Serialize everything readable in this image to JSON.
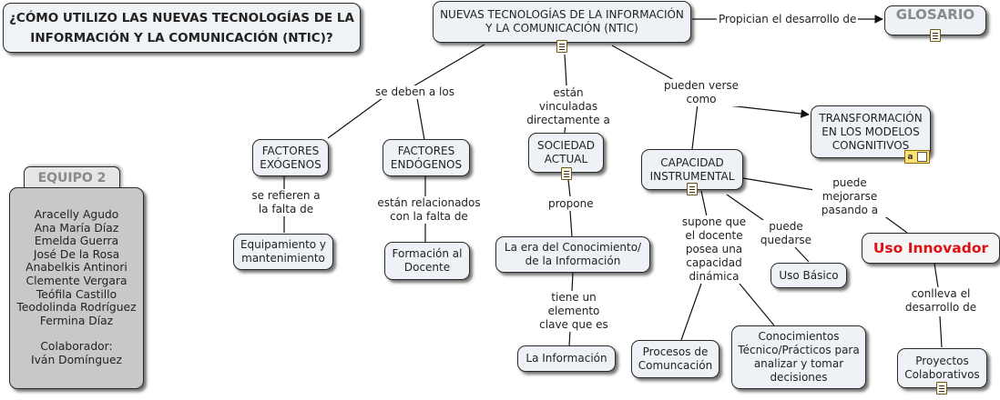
{
  "title": "¿CÓMO UTILIZO LAS NUEVAS TECNOLOGÍAS DE LA INFORMACIÓN Y LA COMUNICACIÓN (NTIC)?",
  "nodes": {
    "ntic": "NUEVAS TECNOLOGÍAS DE LA INFORMACIÓN Y LA COMUNICACIÓN (NTIC)",
    "glosario": "GLOSARIO",
    "factores_exogenos": "FACTORES EXÓGENOS",
    "factores_endogenos": "FACTORES ENDÓGENOS",
    "sociedad_actual": "SOCIEDAD ACTUAL",
    "capacidad_instrumental": "CAPACIDAD INSTRUMENTAL",
    "transformacion": "TRANSFORMACIÓN EN LOS MODELOS CONGNITIVOS",
    "equipamiento": "Equipamiento y mantenimiento",
    "formacion_docente": "Formación al Docente",
    "era_conocimiento": "La era del Conocimiento/ de la Información",
    "la_informacion": "La Información",
    "uso_basico": "Uso Básico",
    "uso_innovador": "Uso Innovador",
    "procesos": "Procesos de Comuncación",
    "conocimientos": "Conocimientos Técnico/Prácticos para analizar y tomar decisiones",
    "proyectos": "Proyectos Colaborativos"
  },
  "team": {
    "tab_label": "EQUIPO 2",
    "members": [
      "Aracelly Agudo",
      "Ana María Díaz",
      "Emelda Guerra",
      "José De la Rosa",
      "Anabelkis Antinori",
      "Clemente Vergara",
      "Teófila Castillo",
      "Teodolinda Rodríguez",
      "Fermina Díaz"
    ],
    "collaborator_label": "Colaborador:",
    "collaborator": "Iván Domínguez"
  },
  "phrases": {
    "propician": "Propician el desarrollo de",
    "se_deben": "se deben a los",
    "vinculadas": "están vinculadas directamente a",
    "pueden_verse": "pueden verse como",
    "se_refieren": "se refieren a la falta de",
    "relacionados": "están relacionados con la falta de",
    "propone": "propone",
    "tiene_uno": "tiene un elemento clave que es",
    "supone": "supone que el docente posea una capacidad dinámica",
    "puede_quedarse": "puede quedarse",
    "puede_mejorarse": "puede mejorarse pasando a",
    "conlleva": "conlleva el desarrollo de"
  },
  "icons": [
    "note-icon",
    "resource-icon"
  ]
}
